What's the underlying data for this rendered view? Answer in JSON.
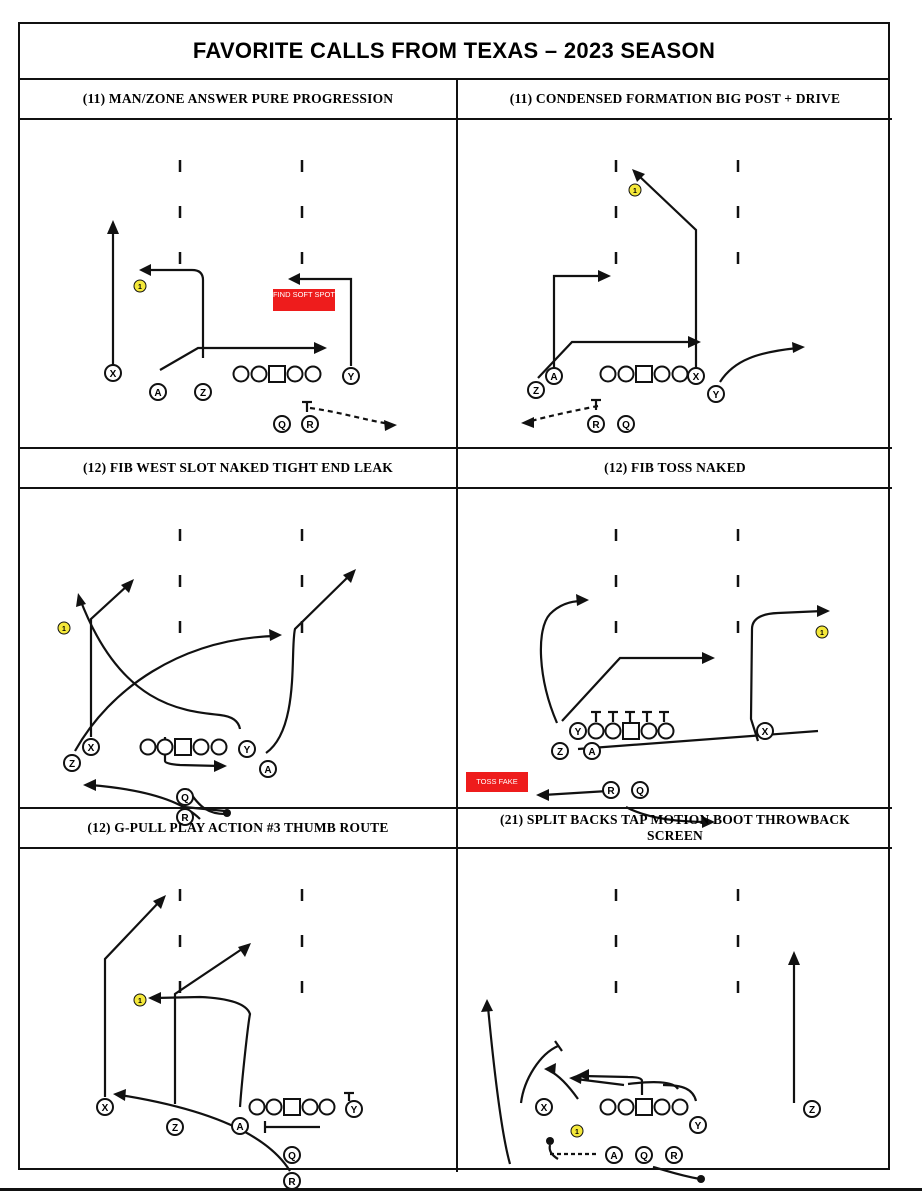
{
  "sheet": {
    "title": "FAVORITE CALLS FROM TEXAS – 2023 SEASON"
  },
  "panels": [
    {
      "heading": "(11) MAN/ZONE ANSWER PURE PROGRESSION",
      "note": "FIND SOFT SPOT",
      "players": [
        "X",
        "A",
        "Z",
        "Y",
        "Q",
        "R"
      ],
      "read": "1"
    },
    {
      "heading": "(11) CONDENSED FORMATION BIG POST + DRIVE",
      "players": [
        "Z",
        "A",
        "X",
        "Y",
        "R",
        "Q"
      ],
      "read": "1"
    },
    {
      "heading": "(12) FIB WEST SLOT NAKED TIGHT END LEAK",
      "players": [
        "Z",
        "X",
        "Y",
        "A",
        "Q",
        "R"
      ],
      "read": "1"
    },
    {
      "heading": "(12) FIB TOSS NAKED",
      "note": "TOSS FAKE",
      "players": [
        "Y",
        "X",
        "Z",
        "A",
        "R",
        "Q"
      ],
      "read": "1"
    },
    {
      "heading": "(12) G-PULL PLAY ACTION #3 THUMB ROUTE",
      "players": [
        "Y",
        "X",
        "Z",
        "A",
        "Q",
        "R"
      ],
      "read": "1"
    },
    {
      "heading": "(21) SPLIT BACKS TAP MOTION BOOT THROWBACK SCREEN",
      "players": [
        "X",
        "Y",
        "Z",
        "A",
        "Q",
        "R"
      ],
      "read": "1"
    }
  ],
  "colors": {
    "ink": "#111111",
    "read_marker": "#f4e83a",
    "note_box": "#ee1c1c"
  }
}
